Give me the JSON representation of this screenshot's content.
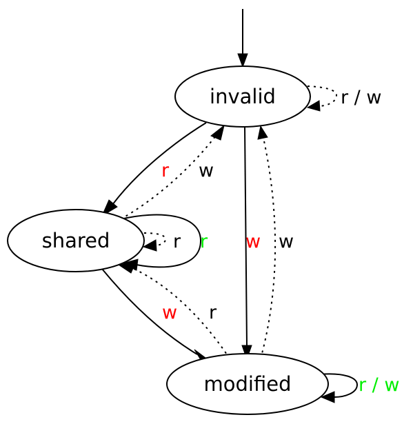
{
  "nodes": {
    "invalid": "invalid",
    "shared": "shared",
    "modified": "modified"
  },
  "edges": {
    "invalid_self_dotted": "r / w",
    "invalid_to_shared_solid": "r",
    "shared_to_invalid_dotted": "w",
    "shared_self_dotted": "r",
    "shared_self_solid": "r",
    "invalid_to_modified_solid": "w",
    "modified_to_invalid_dotted": "w",
    "shared_to_modified_solid": "w",
    "modified_to_shared_dotted": "r",
    "modified_self_solid": "r / w"
  },
  "colors": {
    "red": "#ff0000",
    "green": "#00ee00",
    "black": "#000000"
  }
}
